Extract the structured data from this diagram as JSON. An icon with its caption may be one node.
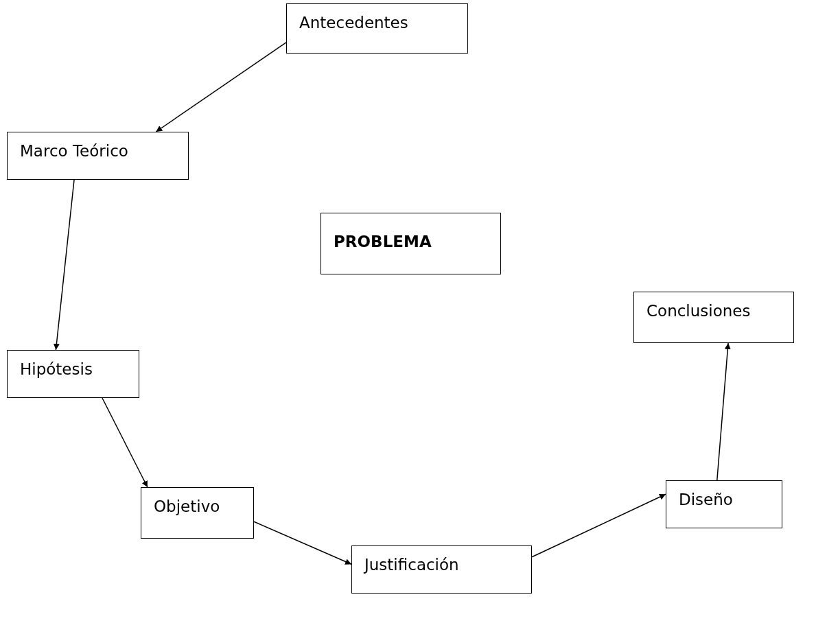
{
  "diagram": {
    "nodes": [
      {
        "text": [
          "Antecedentes"
        ]
      },
      {
        "text": [
          "Marco Teórico"
        ]
      },
      {
        "text": [
          "PROBLEMA"
        ]
      },
      {
        "text": [
          "Conclusiones"
        ]
      },
      {
        "text": [
          "Hipótesis"
        ]
      },
      {
        "text": [
          "Objetivo"
        ]
      },
      {
        "text": [
          "Justificación"
        ]
      },
      {
        "text": [
          "Diseño"
        ]
      }
    ],
    "edges": [
      {
        "from": 0,
        "to": 1,
        "arrow": "to"
      },
      {
        "from": 1,
        "to": 4,
        "arrow": "to"
      },
      {
        "from": 4,
        "to": 5,
        "arrow": "to"
      },
      {
        "from": 5,
        "to": 6,
        "arrow": "to"
      },
      {
        "from": 6,
        "to": 7,
        "arrow": "to"
      },
      {
        "from": 7,
        "to": 3,
        "arrow": "to"
      }
    ]
  }
}
